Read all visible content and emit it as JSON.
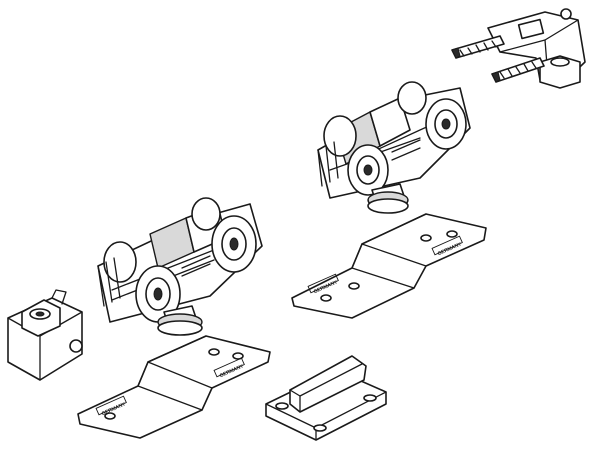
{
  "diagram": {
    "stamps": {
      "plate_front_left": "GERMANY",
      "plate_front_right": "GERMANY",
      "plate_back": "GERMANY",
      "plate_back_right": "GERMANY"
    }
  }
}
